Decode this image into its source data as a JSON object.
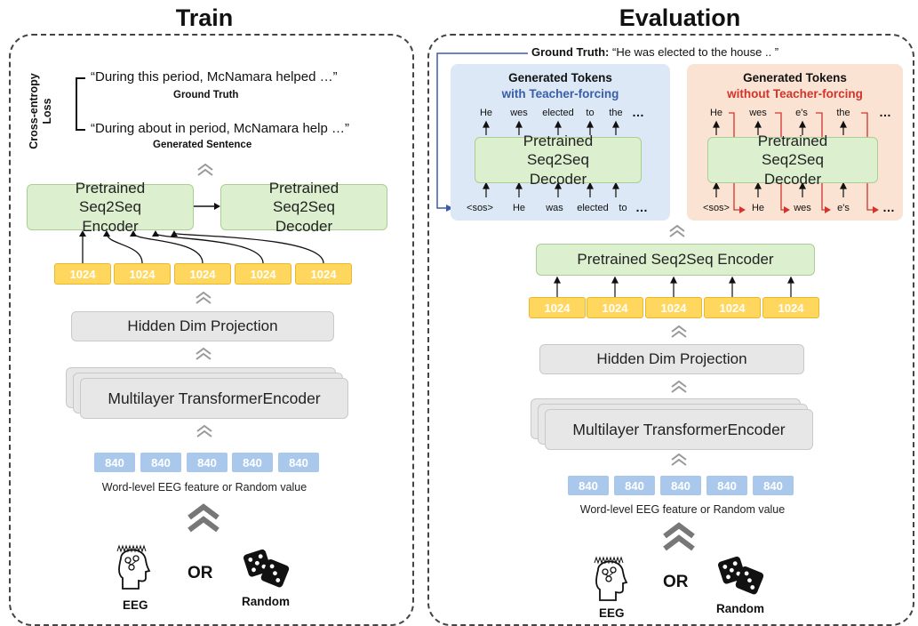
{
  "left": {
    "title": "Train",
    "loss_label": "Cross-entropy Loss",
    "ground_truth_sentence": "“During this period, McNamara helped …”",
    "ground_truth_label": "Ground Truth",
    "generated_sentence": "“During about in period, McNamara help …”",
    "generated_label": "Generated Sentence",
    "encoder_label": "Pretrained Seq2Seq Encoder",
    "decoder_label": "Pretrained Seq2Seq Decoder",
    "dim_tokens": [
      "1024",
      "1024",
      "1024",
      "1024",
      "1024"
    ],
    "projection_label": "Hidden Dim Projection",
    "transformer_label": "Multilayer TransformerEncoder",
    "eeg_tokens": [
      "840",
      "840",
      "840",
      "840",
      "840"
    ],
    "input_caption": "Word-level EEG feature or Random value",
    "eeg_label": "EEG",
    "or_label": "OR",
    "random_label": "Random"
  },
  "right": {
    "title": "Evaluation",
    "ground_truth_prefix": "Ground Truth:",
    "ground_truth_text": " “He was elected to the house .. ”",
    "tf_box": {
      "title": "Generated Tokens",
      "subtitle": "with Teacher-forcing",
      "outputs": [
        "He",
        "wes",
        "elected",
        "to",
        "the",
        "…"
      ],
      "decoder_label": "Pretrained Seq2Seq Decoder",
      "inputs": [
        "<sos>",
        "He",
        "was",
        "elected",
        "to",
        "…"
      ]
    },
    "ntf_box": {
      "title": "Generated Tokens",
      "subtitle": "without Teacher-forcing",
      "outputs": [
        "He",
        "wes",
        "e's",
        "the",
        "…"
      ],
      "decoder_label": "Pretrained Seq2Seq Decoder",
      "inputs": [
        "<sos>",
        "He",
        "wes",
        "e's",
        "…"
      ]
    },
    "encoder_label": "Pretrained Seq2Seq Encoder",
    "dim_tokens": [
      "1024",
      "1024",
      "1024",
      "1024",
      "1024"
    ],
    "projection_label": "Hidden Dim Projection",
    "transformer_label": "Multilayer TransformerEncoder",
    "eeg_tokens": [
      "840",
      "840",
      "840",
      "840",
      "840"
    ],
    "input_caption": "Word-level EEG feature or Random value",
    "eeg_label": "EEG",
    "or_label": "OR",
    "random_label": "Random"
  },
  "colors": {
    "green_fill": "#dcefcf",
    "yellow_token": "#ffd75e",
    "blue_token": "#a9c8ec",
    "tf_panel": "#dce8f5",
    "ntf_panel": "#fbe3d3",
    "teacher_blue": "#3a5da8",
    "no_teacher_red": "#d2342c"
  }
}
